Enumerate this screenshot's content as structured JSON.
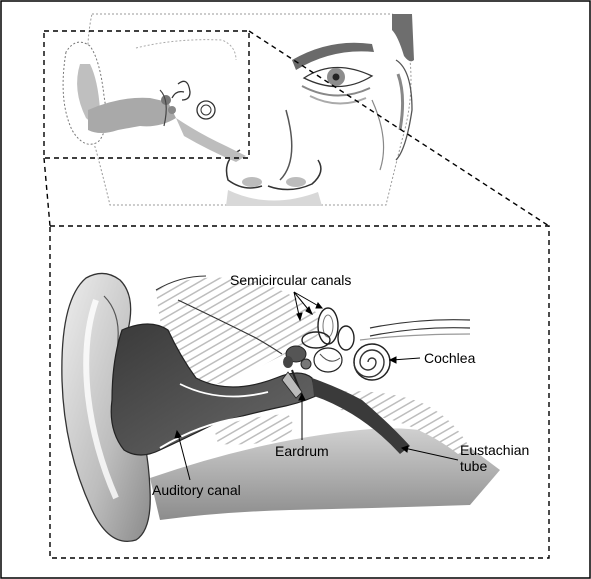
{
  "labels": {
    "semicircular_canals": "Semicircular canals",
    "cochlea": "Cochlea",
    "eardrum": "Eardrum",
    "eustachian_tube_line1": "Eustachian",
    "eustachian_tube_line2": "tube",
    "auditory_canal": "Auditory canal"
  },
  "colors": {
    "ink": "#000000",
    "dark_gray": "#4a4a4a",
    "mid_gray": "#8c8c8c",
    "light_gray": "#c9c9c9",
    "pale_gray": "#e4e4e4",
    "background": "#ffffff"
  },
  "icons": {
    "face_illustration": "face-icon",
    "ear_anatomy_illustration": "ear-cross-section-icon"
  }
}
